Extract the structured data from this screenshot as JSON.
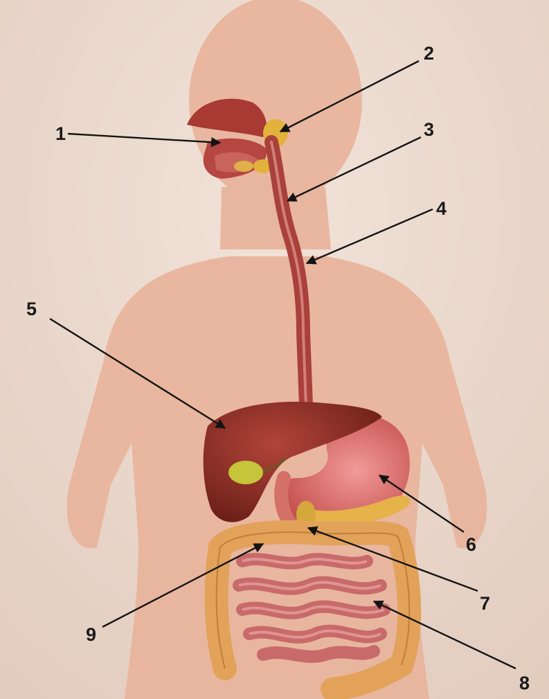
{
  "labels": {
    "l1": "1",
    "l2": "2",
    "l3": "3",
    "l4": "4",
    "l5": "5",
    "l6": "6",
    "l7": "7",
    "l8": "8",
    "l9": "9"
  },
  "colors": {
    "page": "#ead7cc",
    "body_silhouette": "#e7b199",
    "organ_red": "#a83a33",
    "liver": "#8e2c22",
    "stomach": "#d46a6a",
    "gland_yellow": "#e2b23c",
    "large_intestine": "#e2a25a",
    "small_intestine": "#d07878",
    "gallbladder": "#c6c43a",
    "leader_line": "#141414"
  }
}
